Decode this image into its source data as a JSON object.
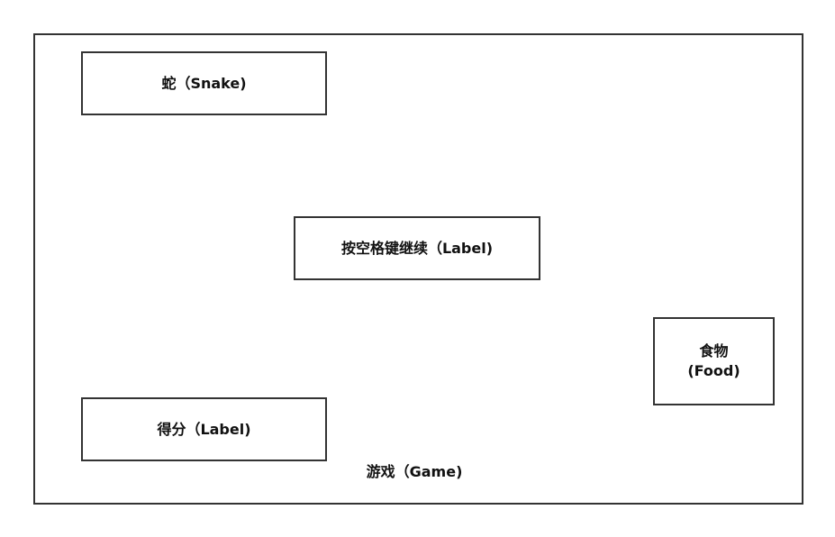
{
  "diagram": {
    "boxes": {
      "snake": "蛇（Snake)",
      "continue_hint": "按空格键继续（Label)",
      "food_line1": "食物",
      "food_line2": "(Food)",
      "score": "得分（Label)"
    },
    "container_label": "游戏（Game)",
    "colors": {
      "stroke": "#333333",
      "text": "#111111",
      "background": "#ffffff"
    }
  }
}
